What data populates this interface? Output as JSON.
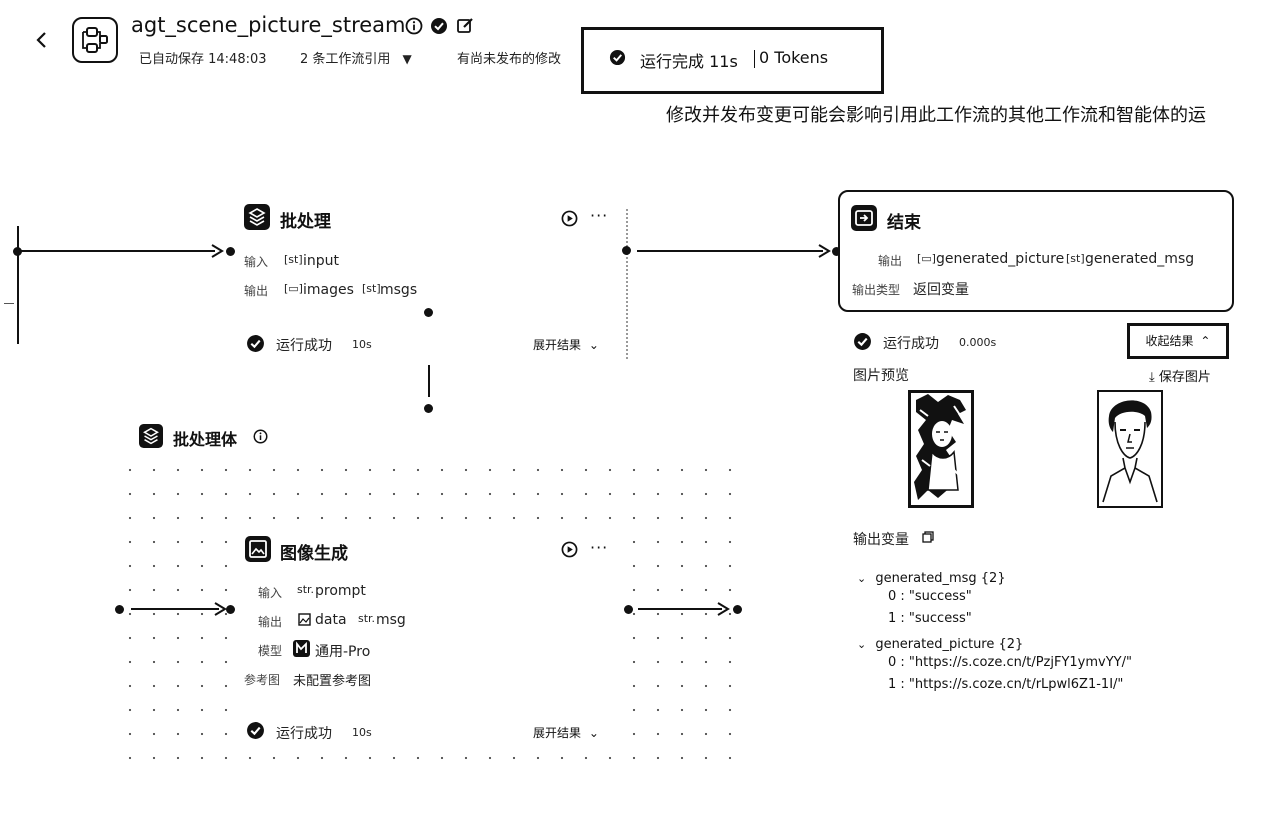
{
  "header": {
    "title": "agt_scene_picture_stream",
    "autosave": "已自动保存 14:48:03",
    "references": "2 条工作流引用",
    "unpublished": "有尚未发布的修改",
    "run_status": "运行完成 11s",
    "tokens": "0 Tokens",
    "warning": "修改并发布变更可能会影响引用此工作流的其他工作流和智能体的运"
  },
  "batch_node": {
    "title": "批处理",
    "input_label": "输入",
    "input_var": "input",
    "output_label": "输出",
    "output_vars": [
      "images",
      "msgs"
    ],
    "status": "运行成功",
    "time": "10s",
    "expand": "展开结果"
  },
  "batch_body": {
    "title": "批处理体"
  },
  "image_node": {
    "title": "图像生成",
    "input_label": "输入",
    "input_var": "prompt",
    "output_label": "输出",
    "output_vars": [
      "data",
      "msg"
    ],
    "model_label": "模型",
    "model_value": "通用-Pro",
    "ref_label": "参考图",
    "ref_value": "未配置参考图",
    "status": "运行成功",
    "time": "10s",
    "expand": "展开结果",
    "str_tag": "str."
  },
  "end_node": {
    "title": "结束",
    "output_label": "输出",
    "output_vars": [
      "generated_picture",
      "generated_msg"
    ],
    "output_type_label": "输出类型",
    "output_type_value": "返回变量",
    "status": "运行成功",
    "time": "0.000s",
    "collapse": "收起结果",
    "preview_label": "图片预览",
    "save_image": "保存图片",
    "output_vars_label": "输出变量",
    "tree": {
      "msg_key": "generated_msg {2}",
      "msg_items": [
        "0 : \"success\"",
        "1 : \"success\""
      ],
      "pic_key": "generated_picture {2}",
      "pic_items": [
        "0 : \"https://s.coze.cn/t/PzjFY1ymvYY/\"",
        "1 : \"https://s.coze.cn/t/rLpwl6Z1-1I/\""
      ]
    }
  },
  "colors": {
    "ink": "#111111",
    "bg": "#ffffff",
    "grid": "#555555"
  }
}
